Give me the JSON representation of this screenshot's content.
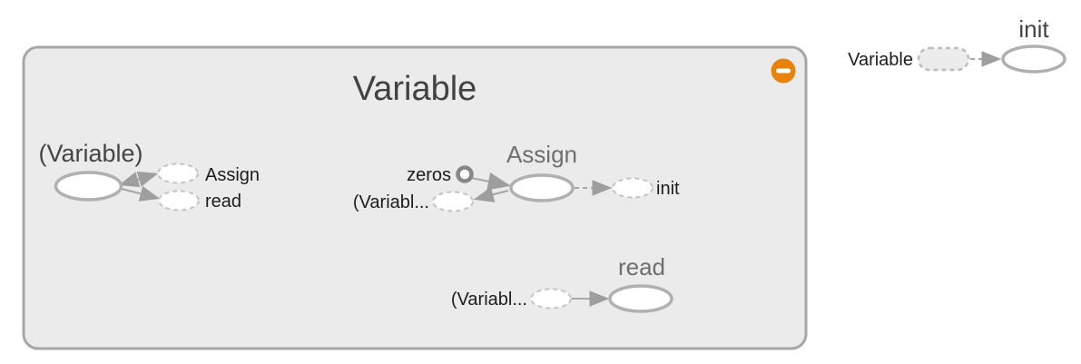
{
  "group": {
    "title": "Variable",
    "collapse_icon": "minus-circle-icon"
  },
  "nodes": {
    "variable_internal": {
      "title": "(Variable)",
      "annotations": {
        "assign": "Assign",
        "read": "read"
      }
    },
    "assign": {
      "title": "Assign",
      "annotations": {
        "zeros": "zeros",
        "variable": "(Variabl...",
        "init": "init"
      }
    },
    "read": {
      "title": "read",
      "annotations": {
        "variable": "(Variabl..."
      }
    }
  },
  "aux": {
    "init": {
      "title": "init",
      "annotations": {
        "variable": "Variable"
      }
    }
  },
  "colors": {
    "accent": "#e8820d",
    "group_fill": "#ebebeb",
    "group_border": "#a6a6a6",
    "edge": "#a6a6a6",
    "group_title": "#424242",
    "node_title": "#6f6f6f",
    "annotation_text": "#1c1c1c"
  }
}
